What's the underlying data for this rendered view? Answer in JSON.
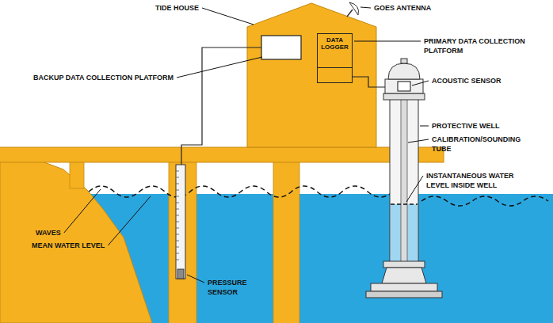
{
  "diagram": {
    "nodes": [
      {
        "text": [
          "DATA LOGGER"
        ]
      }
    ],
    "labels": [
      "TIDE HOUSE",
      "GOES ANTENNA",
      "PRIMARY DATA COLLECTION PLATFORM",
      "BACKUP DATA COLLECTION PLATFORM",
      "ACOUSTIC SENSOR",
      "PROTECTIVE WELL",
      "CALIBRATION/SOUNDING TUBE",
      "INSTANTANEOUS WATER LEVEL INSIDE WELL",
      "WAVES",
      "MEAN WATER LEVEL",
      "PRESSURE SENSOR"
    ]
  }
}
